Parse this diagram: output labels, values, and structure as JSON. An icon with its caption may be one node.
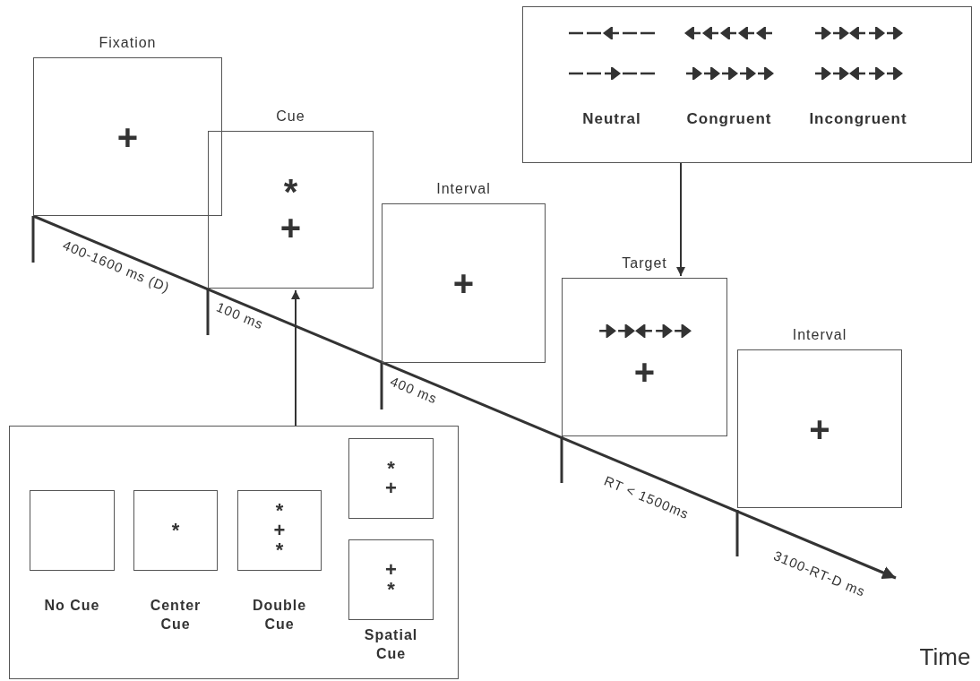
{
  "diagram": {
    "nodes": [
      {
        "text": [
          "Fixation",
          "+"
        ]
      },
      {
        "text": [
          "Cue",
          "*",
          "+"
        ]
      },
      {
        "text": [
          "Interval",
          "+"
        ]
      },
      {
        "text": [
          "Target",
          "+"
        ]
      },
      {
        "text": [
          "Interval",
          "+"
        ]
      },
      {
        "text": [],
        "shape": "box"
      },
      {
        "text": [
          "No Cue"
        ],
        "in": 5
      },
      {
        "text": [
          "*",
          "Center Cue"
        ],
        "in": 5
      },
      {
        "text": [
          "*",
          "+",
          "*",
          "Double Cue"
        ],
        "in": 5
      },
      {
        "text": [
          "*",
          "+"
        ],
        "in": 5
      },
      {
        "text": [
          "+",
          "*",
          "Spatial Cue"
        ],
        "in": 5
      },
      {
        "text": [
          "Neutral",
          "Congruent",
          "Incongruent"
        ]
      }
    ],
    "edges": [
      {
        "from": 5,
        "to": 1,
        "arrow": "to"
      },
      {
        "from": 11,
        "to": 3,
        "arrow": "to"
      }
    ],
    "labels": [
      "400-1600 ms (D)",
      "100 ms",
      "400 ms",
      "RT < 1500ms",
      "3100-RT-D ms",
      "Time"
    ]
  }
}
